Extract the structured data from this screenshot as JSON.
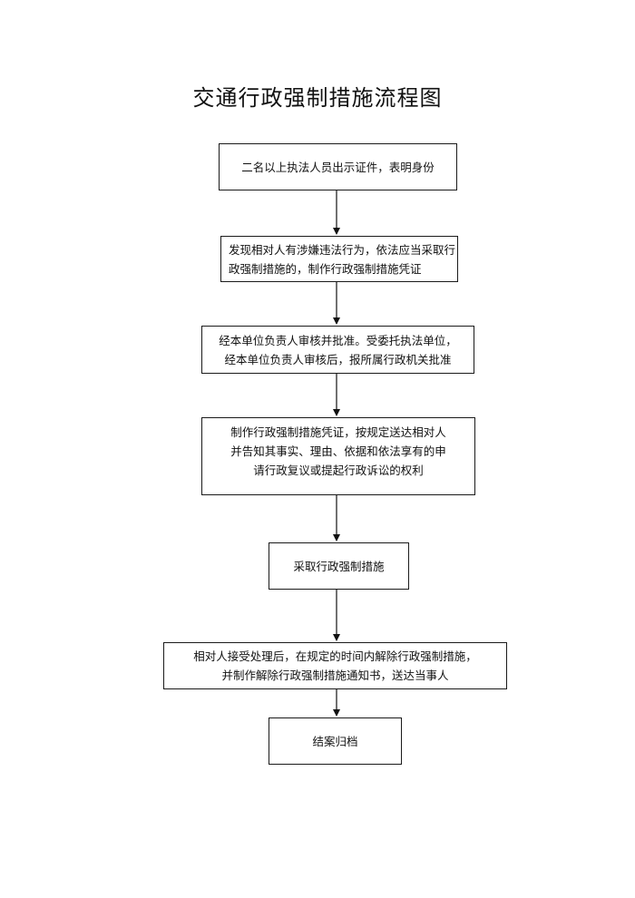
{
  "title": "交通行政强制措施流程图",
  "steps": [
    {
      "lines": [
        "二名以上执法人员出示证件，表明身份"
      ]
    },
    {
      "lines": [
        "发现相对人有涉嫌违法行为，依法应当采取行",
        "政强制措施的，制作行政强制措施凭证"
      ]
    },
    {
      "lines": [
        "经本单位负责人审核并批准。受委托执法单位，",
        "经本单位负责人审核后，报所属行政机关批准"
      ]
    },
    {
      "lines": [
        "制作行政强制措施凭证，按规定送达相对人",
        "并告知其事实、理由、依据和依法享有的申",
        "请行政复议或提起行政诉讼的权利"
      ]
    },
    {
      "lines": [
        "采取行政强制措施"
      ]
    },
    {
      "lines": [
        "相对人接受处理后，在规定的时间内解除行政强制措施，",
        "并制作解除行政强制措施通知书，送达当事人"
      ]
    },
    {
      "lines": [
        "结案归档"
      ]
    }
  ]
}
